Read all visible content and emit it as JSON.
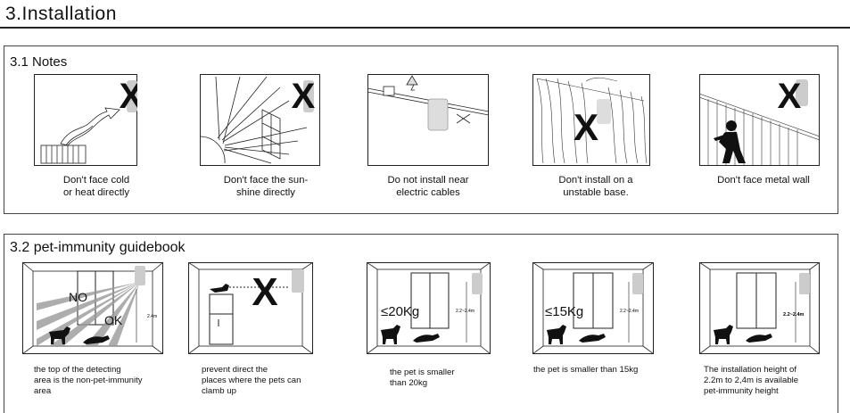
{
  "page": {
    "title": "3.Installation"
  },
  "notes": {
    "title": "3.1 Notes",
    "items": [
      {
        "caption": "Don't face cold\nor heat directly",
        "mark": "X"
      },
      {
        "caption": "Don't face the sun-\nshine directly",
        "mark": "X"
      },
      {
        "caption": "Do not install near\nelectric cables",
        "mark": "×"
      },
      {
        "caption": "Don't install on a\nunstable base.",
        "mark": "X"
      },
      {
        "caption": "Don't face metal wall",
        "mark": "X"
      }
    ]
  },
  "pet": {
    "title": "3.2 pet-immunity guidebook",
    "items": [
      {
        "caption": "the top of the detecting\narea is the non-pet-immunity\narea",
        "labels": [
          "NO",
          "OK"
        ],
        "height": "2.4m"
      },
      {
        "caption": "prevent direct the\nplaces where the pets can\nclamb up",
        "mark": "X"
      },
      {
        "caption": "the pet is smaller\nthan 20kg",
        "weight": "≤20Kg",
        "height": "2.2~2.4m"
      },
      {
        "caption": "the pet is smaller than 15kg",
        "weight": "≤15Kg",
        "height": "2.2~2.4m"
      },
      {
        "caption": "The installation height of\n2.2m to 2,4m is available\npet-immunity height",
        "height": "2.2~2.4m"
      }
    ]
  }
}
